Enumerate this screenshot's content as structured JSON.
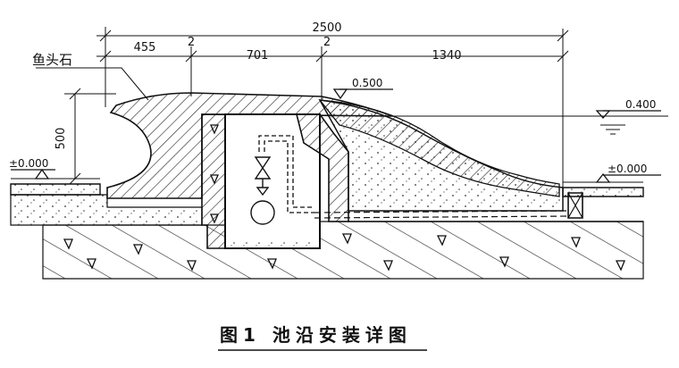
{
  "drawing": {
    "caption": "图1  池沿安装详图",
    "callout": "鱼头石",
    "dimensions": {
      "total": "2500",
      "seg1": "455",
      "gap1": "2",
      "seg2": "701",
      "gap2": "2",
      "seg3": "1340",
      "height": "500"
    },
    "levels": {
      "left_ground": "±0.000",
      "right_ground": "±0.000",
      "coping_top": "0.500",
      "water": "0.400"
    }
  }
}
